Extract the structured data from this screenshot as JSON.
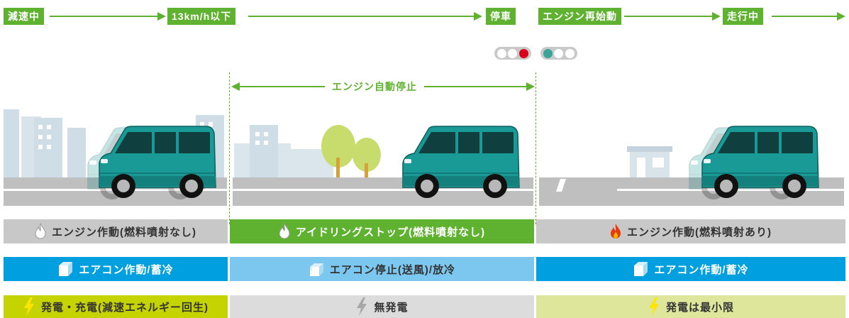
{
  "timeline": {
    "labels": [
      "減速中",
      "13km/h以下",
      "停車",
      "エンジン再始動",
      "走行中"
    ]
  },
  "stop_span": {
    "label": "エンジン自動停止"
  },
  "status_rows": {
    "engine": [
      {
        "text": "エンジン作動(燃料噴射なし)",
        "icon": "flame-gray-icon"
      },
      {
        "text": "アイドリングストップ(燃料噴射なし)",
        "icon": "flame-gray-icon"
      },
      {
        "text": "エンジン作動(燃料噴射あり)",
        "icon": "flame-red-icon"
      }
    ],
    "aircon": [
      {
        "text": "エアコン作動/蓄冷",
        "icon": "ice-cube-icon"
      },
      {
        "text": "エアコン停止(送風)/放冷",
        "icon": "melting-cube-icon"
      },
      {
        "text": "エアコン作動/蓄冷",
        "icon": "ice-cube-icon"
      }
    ],
    "power": [
      {
        "text": "発電・充電(減速エネルギー回生)",
        "icon": "lightning-yellow-icon"
      },
      {
        "text": "無発電",
        "icon": "lightning-gray-icon"
      },
      {
        "text": "発電は最小限",
        "icon": "lightning-yellow-icon"
      }
    ]
  },
  "colors": {
    "accent_green": "#5fb130",
    "car_teal": "#1a9a97",
    "signal_red": "#d6001c",
    "signal_green": "#3aa596",
    "bar_blue": "#00a0e0",
    "bar_lime": "#c5d400"
  }
}
